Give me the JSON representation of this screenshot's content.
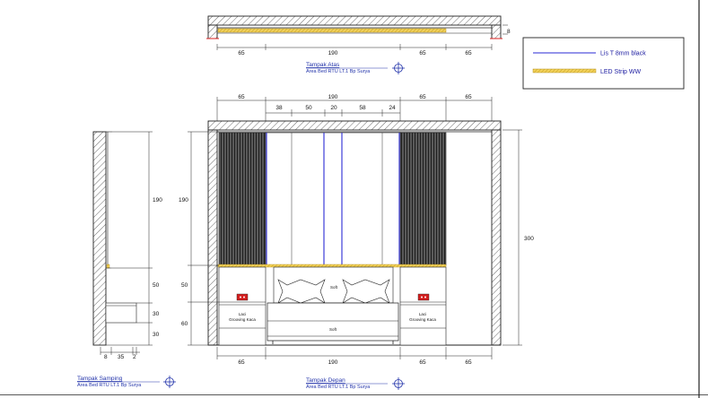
{
  "top_view": {
    "title": "Tampak Atas",
    "subtitle": "Area Bed RTU LT.1 Bp Surya",
    "dims": [
      "65",
      "190",
      "65",
      "65"
    ],
    "side_dim": "8"
  },
  "front_view": {
    "title": "Tampak Depan",
    "subtitle": "Area Bed RTU LT.1 Bp Surya",
    "top_dims": [
      "65",
      "190",
      "65",
      "65"
    ],
    "panel_dims": [
      "38",
      "50",
      "20",
      "58",
      "24"
    ],
    "bottom_dims": [
      "65",
      "190",
      "65",
      "65"
    ],
    "left_dims": [
      "190",
      "50",
      "60"
    ],
    "right_dim": "300",
    "bed_label": "Soft",
    "headboard_label": "Soft",
    "drawer_label_line1": "Laci",
    "drawer_label_line2": "Grooving Kaca"
  },
  "side_view": {
    "title": "Tampak Samping",
    "subtitle": "Area Bed RTU LT.1 Bp Surya",
    "right_dims": [
      "190",
      "50",
      "30",
      "30"
    ],
    "bottom_dims": [
      "8",
      "35",
      "2"
    ]
  },
  "legend": {
    "items": [
      {
        "label": "Lis T 8mm black",
        "color": "#2a2ad6",
        "kind": "line"
      },
      {
        "label": "LED Strip WW",
        "color": "#e8c64a",
        "kind": "strip"
      }
    ]
  }
}
